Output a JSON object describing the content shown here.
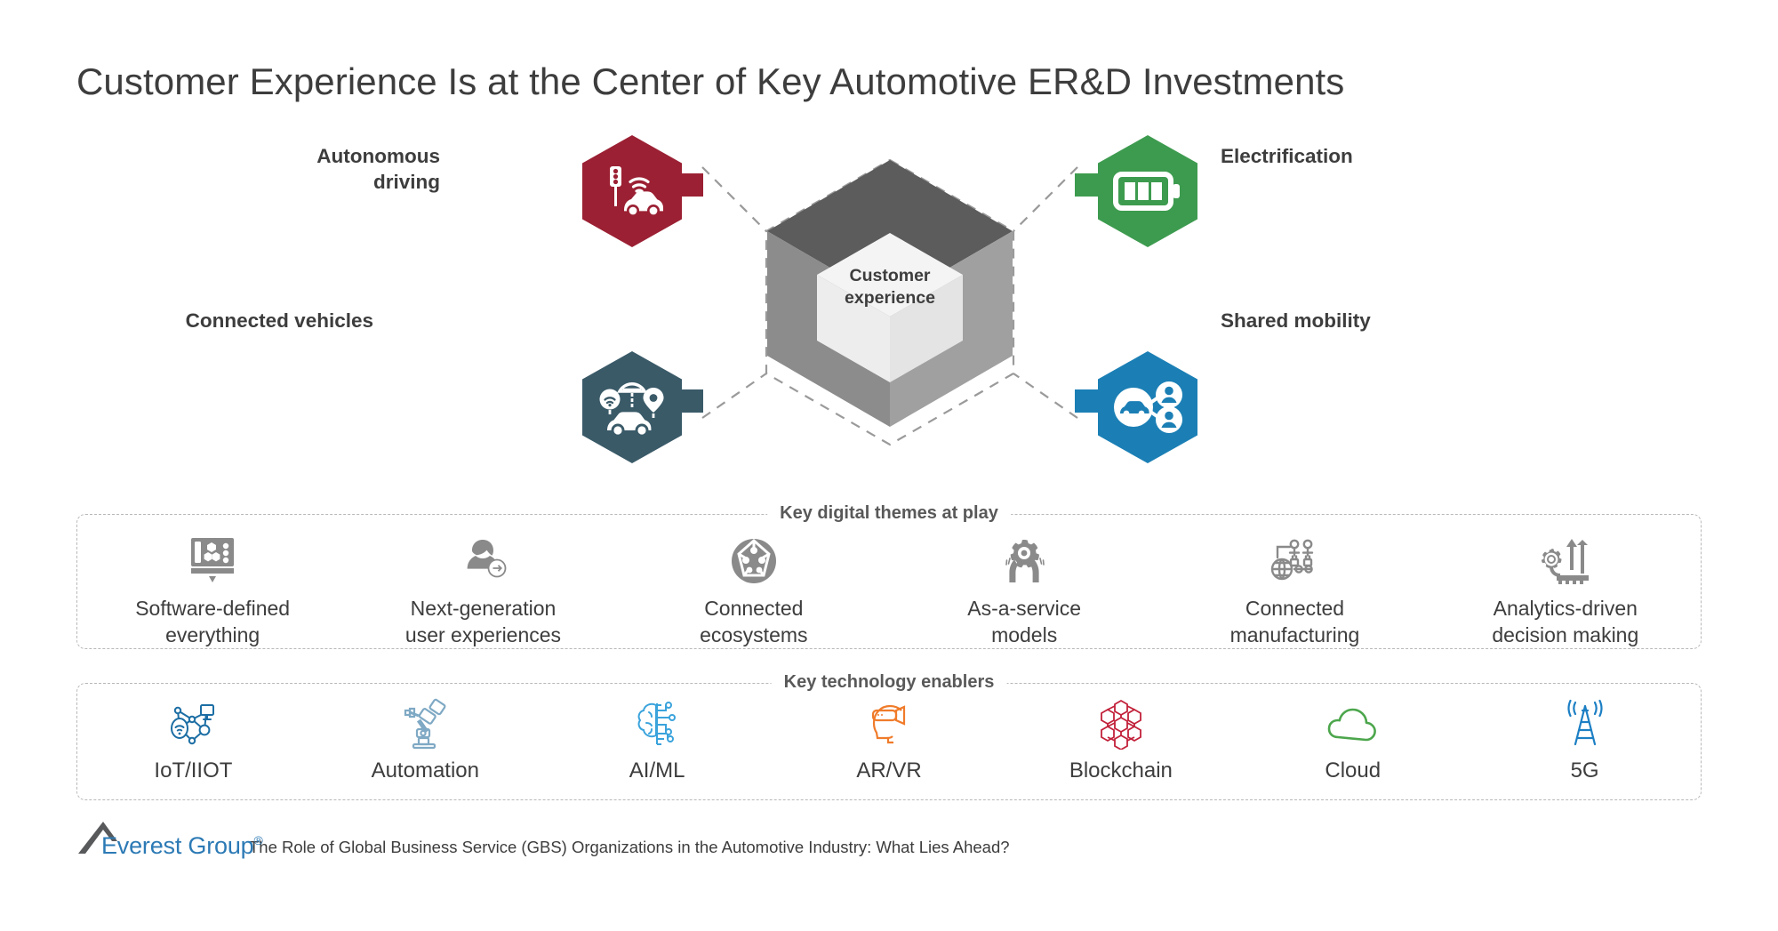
{
  "title": "Customer Experience Is at the Center of Key Automotive ER&D Investments",
  "center": {
    "label": "Customer\nexperience",
    "cube_top_color": "#5c5c5c",
    "cube_left_color": "#8c8c8c",
    "cube_right_color": "#a0a0a0",
    "inner_color": "#ededed",
    "outline_color": "#8f8f8f"
  },
  "nodes": [
    {
      "id": "autonomous-driving",
      "label": "Autonomous\ndriving",
      "color": "#9B2033",
      "icon": "autonomous-car-icon",
      "side": "left"
    },
    {
      "id": "electrification",
      "label": "Electrification",
      "color": "#3D9B4F",
      "icon": "battery-icon",
      "side": "right"
    },
    {
      "id": "connected-vehicles",
      "label": "Connected vehicles",
      "color": "#3A5A68",
      "icon": "connected-car-icon",
      "side": "left"
    },
    {
      "id": "shared-mobility",
      "label": "Shared mobility",
      "color": "#1B7FB5",
      "icon": "shared-car-people-icon",
      "side": "right"
    }
  ],
  "themes": {
    "heading": "Key digital themes at play",
    "icon_color": "#8a8a8a",
    "items": [
      {
        "label": "Software-defined\neverything",
        "icon": "server-monitor-icon"
      },
      {
        "label": "Next-generation\nuser experiences",
        "icon": "user-arrow-icon"
      },
      {
        "label": "Connected\necosystems",
        "icon": "network-globe-icon"
      },
      {
        "label": "As-a-service\nmodels",
        "icon": "hands-gear-icon"
      },
      {
        "label": "Connected\nmanufacturing",
        "icon": "smart-factory-icon"
      },
      {
        "label": "Analytics-driven\ndecision making",
        "icon": "growth-chart-gear-icon"
      }
    ]
  },
  "enablers": {
    "heading": "Key technology enablers",
    "items": [
      {
        "label": "IoT/IIOT",
        "color": "#1C6EA4",
        "icon": "iot-network-icon"
      },
      {
        "label": "Automation",
        "color": "#7FA9C4",
        "icon": "robot-arm-icon"
      },
      {
        "label": "AI/ML",
        "color": "#3AA3DC",
        "icon": "brain-circuit-icon"
      },
      {
        "label": "AR/VR",
        "color": "#F07B2A",
        "icon": "vr-headset-icon"
      },
      {
        "label": "Blockchain",
        "color": "#C2213A",
        "icon": "blockchain-cubes-icon"
      },
      {
        "label": "Cloud",
        "color": "#4CA64C",
        "icon": "cloud-icon"
      },
      {
        "label": "5G",
        "color": "#1C7FC4",
        "icon": "signal-tower-icon"
      }
    ]
  },
  "footer": {
    "brand": "Everest Group",
    "registered_mark": "®",
    "note": "The Role of Global Business Service (GBS) Organizations in the Automotive Industry: What Lies Ahead?"
  }
}
